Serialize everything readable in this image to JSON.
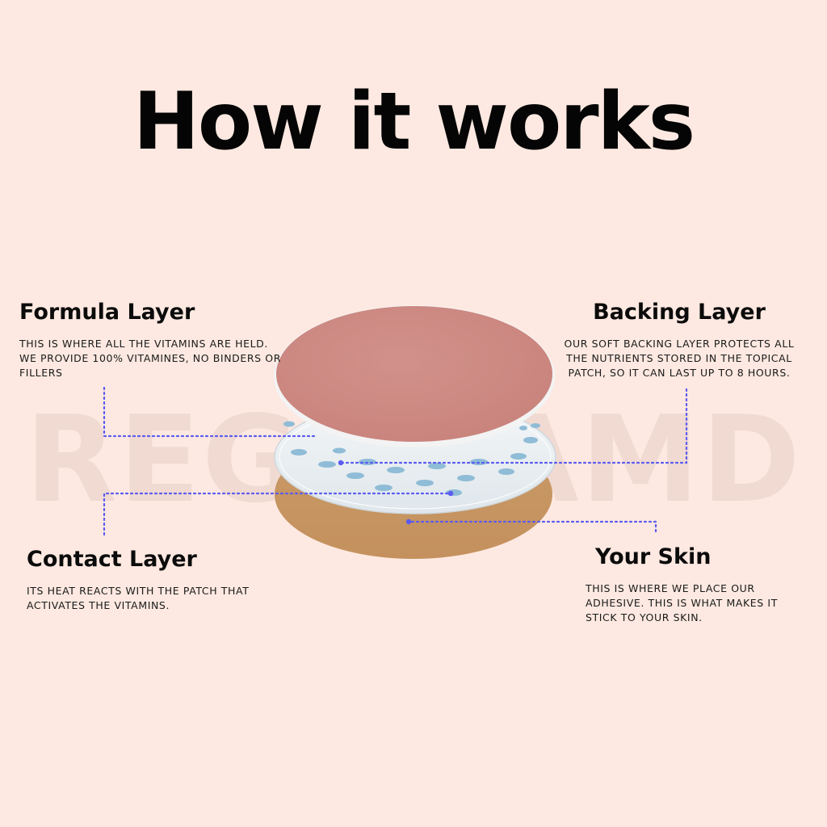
{
  "title": "How it works",
  "watermark": "REGENAMD",
  "callouts": {
    "formula": {
      "heading": "Formula Layer",
      "text": "THIS IS WHERE ALL THE VITAMINS ARE HELD. WE PROVIDE 100% VITAMINES, NO BINDERS OR FILLERS"
    },
    "backing": {
      "heading": "Backing Layer",
      "text": "OUR SOFT BACKING LAYER PROTECTS ALL THE NUTRIENTS STORED IN THE TOPICAL PATCH, SO IT CAN LAST UP TO 8 HOURS."
    },
    "contact": {
      "heading": "Contact Layer",
      "text": "ITS HEAT REACTS WITH THE PATCH THAT ACTIVATES THE VITAMINS."
    },
    "skin": {
      "heading": "Your Skin",
      "text": "THIS IS WHERE WE PLACE OUR ADHESIVE. THIS IS WHAT MAKES IT STICK TO YOUR SKIN."
    }
  },
  "colors": {
    "background": "#fde9e1",
    "backing_layer": "#cf8a84",
    "contact_layer": "#e8edf0",
    "dots": "#8fbcd6",
    "skin_layer": "#c99864",
    "connector": "#5b5bf0"
  }
}
